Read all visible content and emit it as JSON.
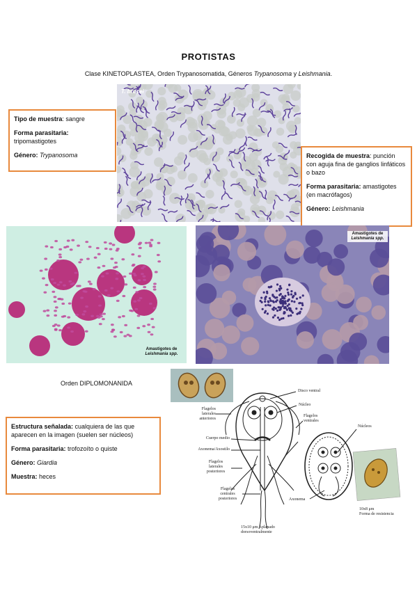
{
  "title": "PROTISTAS",
  "subtitle": {
    "prefix": "Clase KINETOPLASTEA, Orden Trypanosomatida, Géneros ",
    "genus1": "Trypanosoma",
    "mid": " y ",
    "genus2": "Leishmania",
    "suffix": "."
  },
  "trypanosoma_image": {
    "label": "T. brucei"
  },
  "box_trypanosoma": {
    "tipo_label": "Tipo de muestra",
    "tipo_value": ": sangre",
    "forma_label": "Forma parasitaria:",
    "forma_value": "tripomastigotes",
    "genero_label": "Género:",
    "genero_value": "Trypanosoma"
  },
  "box_leishmania": {
    "recogida_label": "Recogida de muestra",
    "recogida_value": ": punción con aguja fina de ganglios linfáticos o bazo",
    "forma_label": "Forma parasitaria:",
    "forma_value": " amastigotes (en macrófagos)",
    "genero_label": "Género:",
    "genero_value": "Leishmania"
  },
  "leish_image_left": {
    "caption_line1": "Amastigotes de",
    "caption_line2": "Leishmania spp."
  },
  "leish_image_right": {
    "caption_line1": "Amastigotes de",
    "caption_line2": "Leishmania spp."
  },
  "orden_diplomonanida": "Orden DIPLOMONANIDA",
  "box_giardia": {
    "estructura_label": "Estructura señalada:",
    "estructura_value": " cualquiera de las que aparecen en la imagen (suelen ser núcleos)",
    "forma_label": "Forma parasitaria:",
    "forma_value": " trofozoíto o quiste",
    "genero_label": "Género:",
    "genero_value": "Giardia",
    "muestra_label": "Muestra:",
    "muestra_value": " heces"
  },
  "giardia_diagram": {
    "disco_ventral": "Disco ventral",
    "nucleo": "Núcleo",
    "flagelos_laterales_anteriores": [
      "Flagelos",
      "laterales",
      "anteriores"
    ],
    "flagelos_ventrales": [
      "Flagelos",
      "ventrales"
    ],
    "cuerpo_medio": "Cuerpo medio",
    "axonema_axostilo": "Axonema/Axostilo",
    "flagelos_laterales_posteriores": [
      "Flagelos",
      "laterales",
      "posteriores"
    ],
    "flagelos_centrales_posteriores": [
      "Flagelos",
      "centrales",
      "posteriores"
    ],
    "nucleos": "Núcleos",
    "axonema": "Axonema",
    "trofozoito_size": [
      "15x10 μm Aplanado",
      "dorsoventralmente"
    ],
    "quiste_size": [
      "10x8 μm",
      "Forma de resistencia"
    ]
  },
  "colors": {
    "box_border": "#e8893c",
    "trypanosome": "#5b3f9a",
    "leish_stain": "#c04a9c"
  }
}
